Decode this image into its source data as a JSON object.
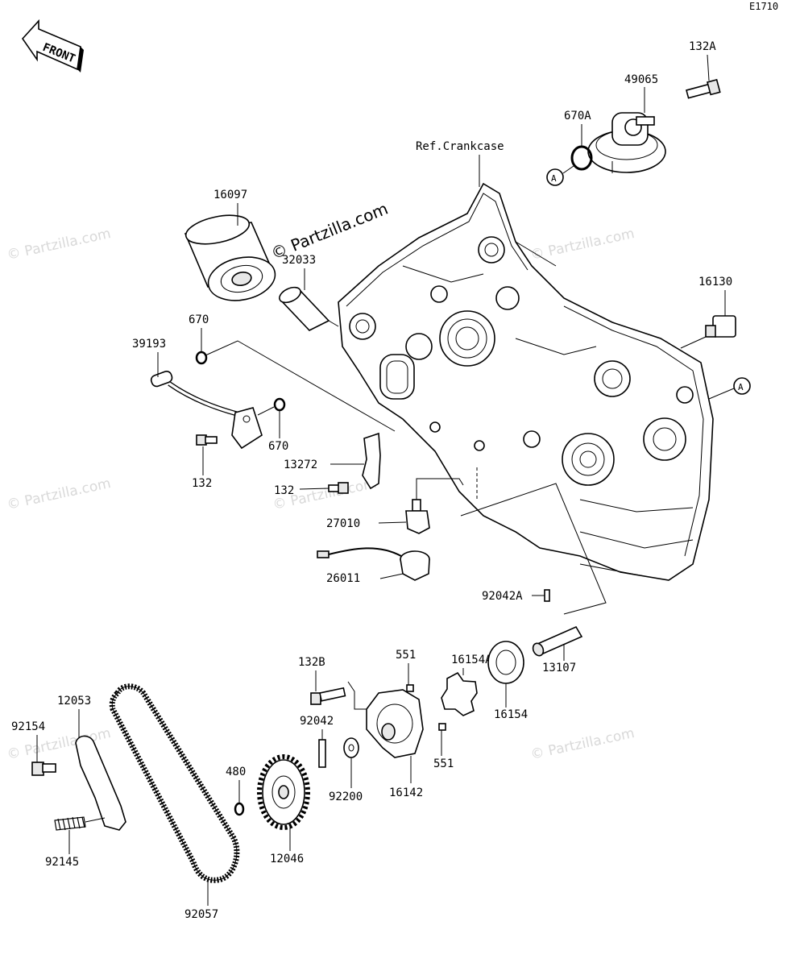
{
  "diagram_code": "E1710",
  "front_label": "FRONT",
  "ref_label": "Ref.Crankcase",
  "watermark": "© Partzilla.com",
  "callout_a": "A",
  "parts": {
    "p132A": "132A",
    "p49065": "49065",
    "p670A": "670A",
    "p16097": "16097",
    "p32033": "32033",
    "p16130": "16130",
    "p670a": "670",
    "p39193": "39193",
    "p670b": "670",
    "p132a": "132",
    "p13272": "13272",
    "p132b": "132",
    "p27010": "27010",
    "p26011": "26011",
    "p92042A": "92042A",
    "p13107": "13107",
    "p16154A": "16154A",
    "p551a": "551",
    "p132B": "132B",
    "p16154": "16154",
    "p12053": "12053",
    "p92154": "92154",
    "p92042": "92042",
    "p551b": "551",
    "p480": "480",
    "p92200": "92200",
    "p16142": "16142",
    "p92145": "92145",
    "p12046": "12046",
    "p92057": "92057"
  }
}
